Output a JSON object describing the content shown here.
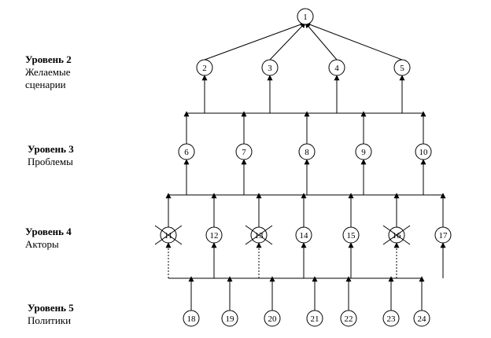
{
  "levels": [
    {
      "title": "Уровень 2",
      "subtitle_lines": [
        "Желаемые",
        "сценарии"
      ]
    },
    {
      "title": "Уровень 3",
      "subtitle_lines": [
        "Проблемы"
      ]
    },
    {
      "title": "Уровень 4",
      "subtitle_lines": [
        "Акторы"
      ]
    },
    {
      "title": "Уровень 5",
      "subtitle_lines": [
        "Политики"
      ]
    }
  ],
  "nodes": {
    "l1": [
      "1"
    ],
    "l2": [
      "2",
      "3",
      "4",
      "5"
    ],
    "l3": [
      "6",
      "7",
      "8",
      "9",
      "10"
    ],
    "l4": [
      "11",
      "12",
      "13",
      "14",
      "15",
      "16",
      "17"
    ],
    "l5": [
      "18",
      "19",
      "20",
      "21",
      "22",
      "23",
      "24"
    ]
  },
  "crossed_nodes": [
    "11",
    "13",
    "16"
  ]
}
